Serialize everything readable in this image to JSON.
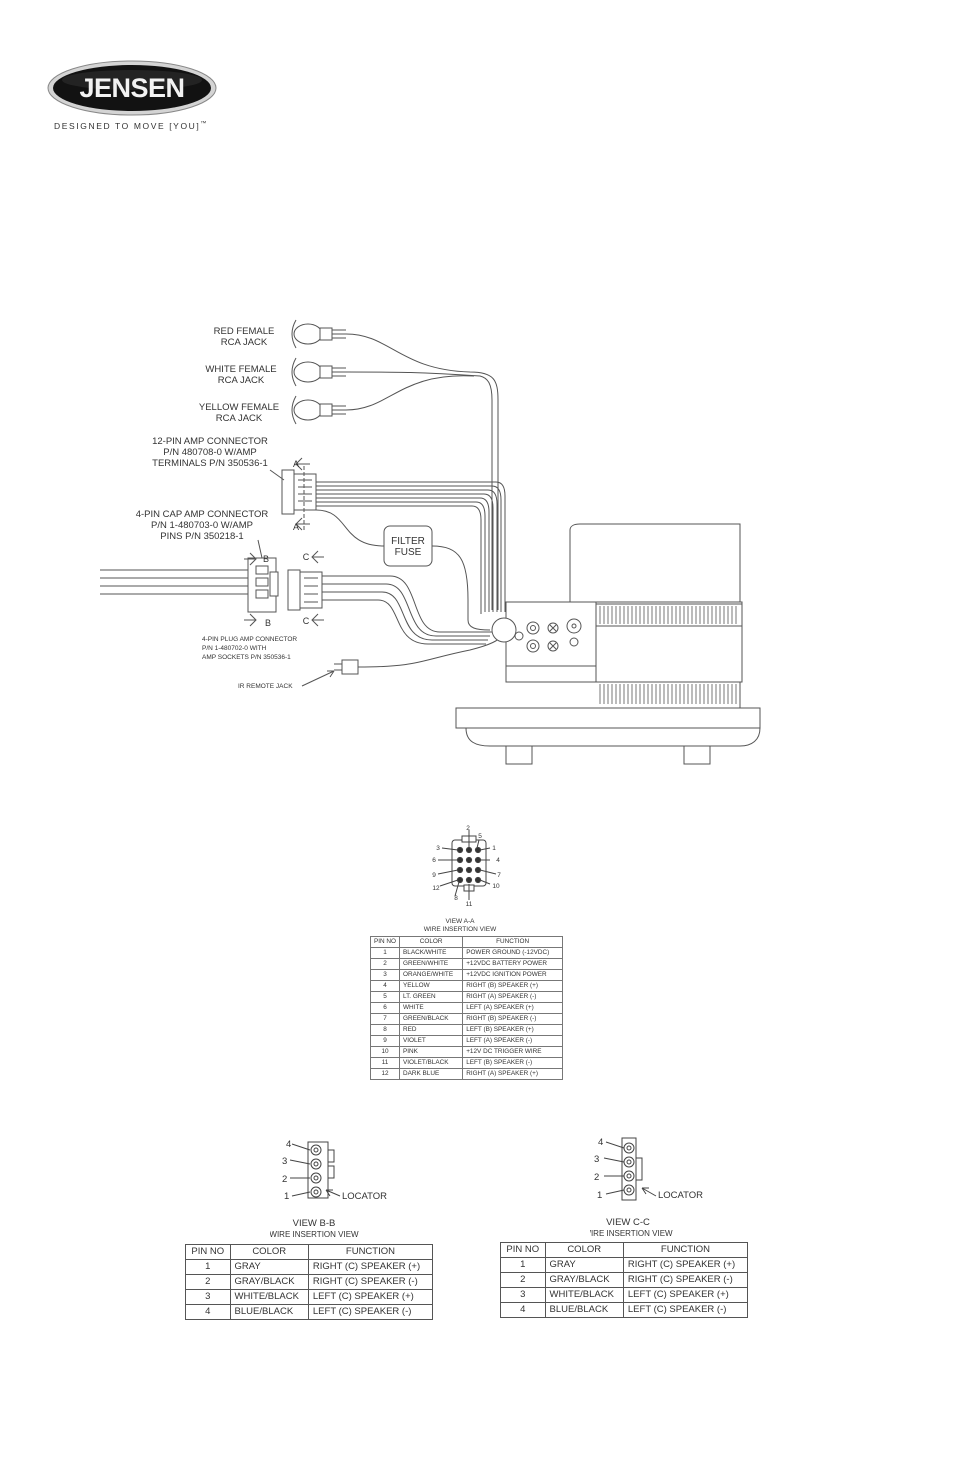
{
  "brand": {
    "logo_text": "JENSEN",
    "tagline": "DESIGNED TO MOVE [YOU]",
    "tm": "™"
  },
  "colors": {
    "logo_dark": "#111111",
    "logo_silver": "#c9c9c9",
    "line": "#555555",
    "text": "#333333"
  },
  "wiring": {
    "red_rca": [
      "RED FEMALE",
      "RCA JACK"
    ],
    "white_rca": [
      "WHITE FEMALE",
      "RCA JACK"
    ],
    "yellow_rca": [
      "YELLOW FEMALE",
      "RCA JACK"
    ],
    "amp12": [
      "12-PIN AMP CONNECTOR",
      "P/N 480708-0 W/AMP",
      "TERMINALS P/N 350536-1"
    ],
    "cap4": [
      "4-PIN CAP AMP CONNECTOR",
      "P/N 1-480703-0 W/AMP",
      "PINS P/N 350218-1"
    ],
    "fuse": [
      "FILTER",
      "FUSE"
    ],
    "plug4": [
      "4-PIN PLUG AMP CONNECTOR",
      "P/N 1-480702-0 WITH",
      "AMP SOCKETS P/N 350536-1"
    ],
    "ir_remote": "IR REMOTE JACK",
    "marker_a": "A",
    "marker_b": "B",
    "marker_c": "C"
  },
  "connector12": {
    "pin_numbers": [
      "1",
      "2",
      "3",
      "4",
      "5",
      "6",
      "7",
      "8",
      "9",
      "10",
      "11",
      "12"
    ],
    "view_title": "VIEW A-A",
    "view_subtitle": "WIRE INSERTION VIEW",
    "headers": [
      "PIN NO",
      "COLOR",
      "FUNCTION"
    ],
    "rows": [
      {
        "no": "1",
        "color": "BLACK/WHITE",
        "function": "POWER GROUND (-12VDC)"
      },
      {
        "no": "2",
        "color": "GREEN/WHITE",
        "function": "+12VDC BATTERY POWER"
      },
      {
        "no": "3",
        "color": "ORANGE/WHITE",
        "function": "+12VDC IGNITION POWER"
      },
      {
        "no": "4",
        "color": "YELLOW",
        "function": "RIGHT (B) SPEAKER (+)"
      },
      {
        "no": "5",
        "color": "LT. GREEN",
        "function": "RIGHT (A) SPEAKER (-)"
      },
      {
        "no": "6",
        "color": "WHITE",
        "function": "LEFT (A) SPEAKER (+)"
      },
      {
        "no": "7",
        "color": "GREEN/BLACK",
        "function": "RIGHT (B) SPEAKER (-)"
      },
      {
        "no": "8",
        "color": "RED",
        "function": "LEFT (B) SPEAKER (+)"
      },
      {
        "no": "9",
        "color": "VIOLET",
        "function": "LEFT (A) SPEAKER (-)"
      },
      {
        "no": "10",
        "color": "PINK",
        "function": "+12V DC TRIGGER WIRE"
      },
      {
        "no": "11",
        "color": "VIOLET/BLACK",
        "function": "LEFT (B) SPEAKER (-)"
      },
      {
        "no": "12",
        "color": "DARK BLUE",
        "function": "RIGHT (A) SPEAKER (+)"
      }
    ]
  },
  "connectorB": {
    "pin_numbers": [
      "4",
      "3",
      "2",
      "1"
    ],
    "locator": "LOCATOR",
    "view_title": "VIEW B-B",
    "view_subtitle": "WIRE INSERTION VIEW",
    "headers": [
      "PIN NO",
      "COLOR",
      "FUNCTION"
    ],
    "rows": [
      {
        "no": "1",
        "color": "GRAY",
        "function": "RIGHT (C) SPEAKER (+)"
      },
      {
        "no": "2",
        "color": "GRAY/BLACK",
        "function": "RIGHT (C) SPEAKER (-)"
      },
      {
        "no": "3",
        "color": "WHITE/BLACK",
        "function": "LEFT (C) SPEAKER (+)"
      },
      {
        "no": "4",
        "color": "BLUE/BLACK",
        "function": "LEFT (C) SPEAKER (-)"
      }
    ]
  },
  "connectorC": {
    "pin_numbers": [
      "4",
      "3",
      "2",
      "1"
    ],
    "locator": "LOCATOR",
    "view_title": "VIEW C-C",
    "view_subtitle": "WIRE INSERTION VIEW",
    "headers": [
      "PIN NO",
      "COLOR",
      "FUNCTION"
    ],
    "rows": [
      {
        "no": "1",
        "color": "GRAY",
        "function": "RIGHT (C) SPEAKER (+)"
      },
      {
        "no": "2",
        "color": "GRAY/BLACK",
        "function": "RIGHT (C) SPEAKER (-)"
      },
      {
        "no": "3",
        "color": "WHITE/BLACK",
        "function": "LEFT (C) SPEAKER (+)"
      },
      {
        "no": "4",
        "color": "BLUE/BLACK",
        "function": "LEFT (C) SPEAKER (-)"
      }
    ]
  }
}
